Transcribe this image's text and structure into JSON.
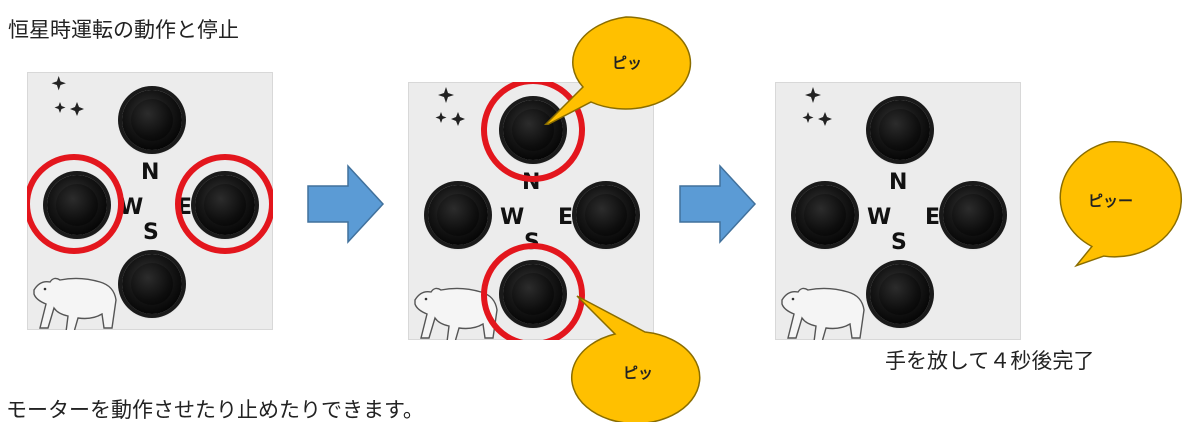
{
  "title": "恒星時運転の動作と停止",
  "footer": "モーターを動作させたり止めたりできます。",
  "caption": "手を放して４秒後完了",
  "bubbles": {
    "top": "ピッ",
    "bottom": "ピッ",
    "right": "ピッー"
  },
  "compass": {
    "north": "N",
    "south": "S",
    "east": "E",
    "west": "W"
  },
  "colors": {
    "highlight_ring": "#e3161d",
    "arrow": "#5b9bd5",
    "bubble_fill": "#ffc000",
    "bubble_stroke": "#8a6d00",
    "panel_bg": "#ececec"
  },
  "icons": [
    "star-icon",
    "polar-bear-icon",
    "right-arrow-icon",
    "speech-bubble-icon"
  ]
}
